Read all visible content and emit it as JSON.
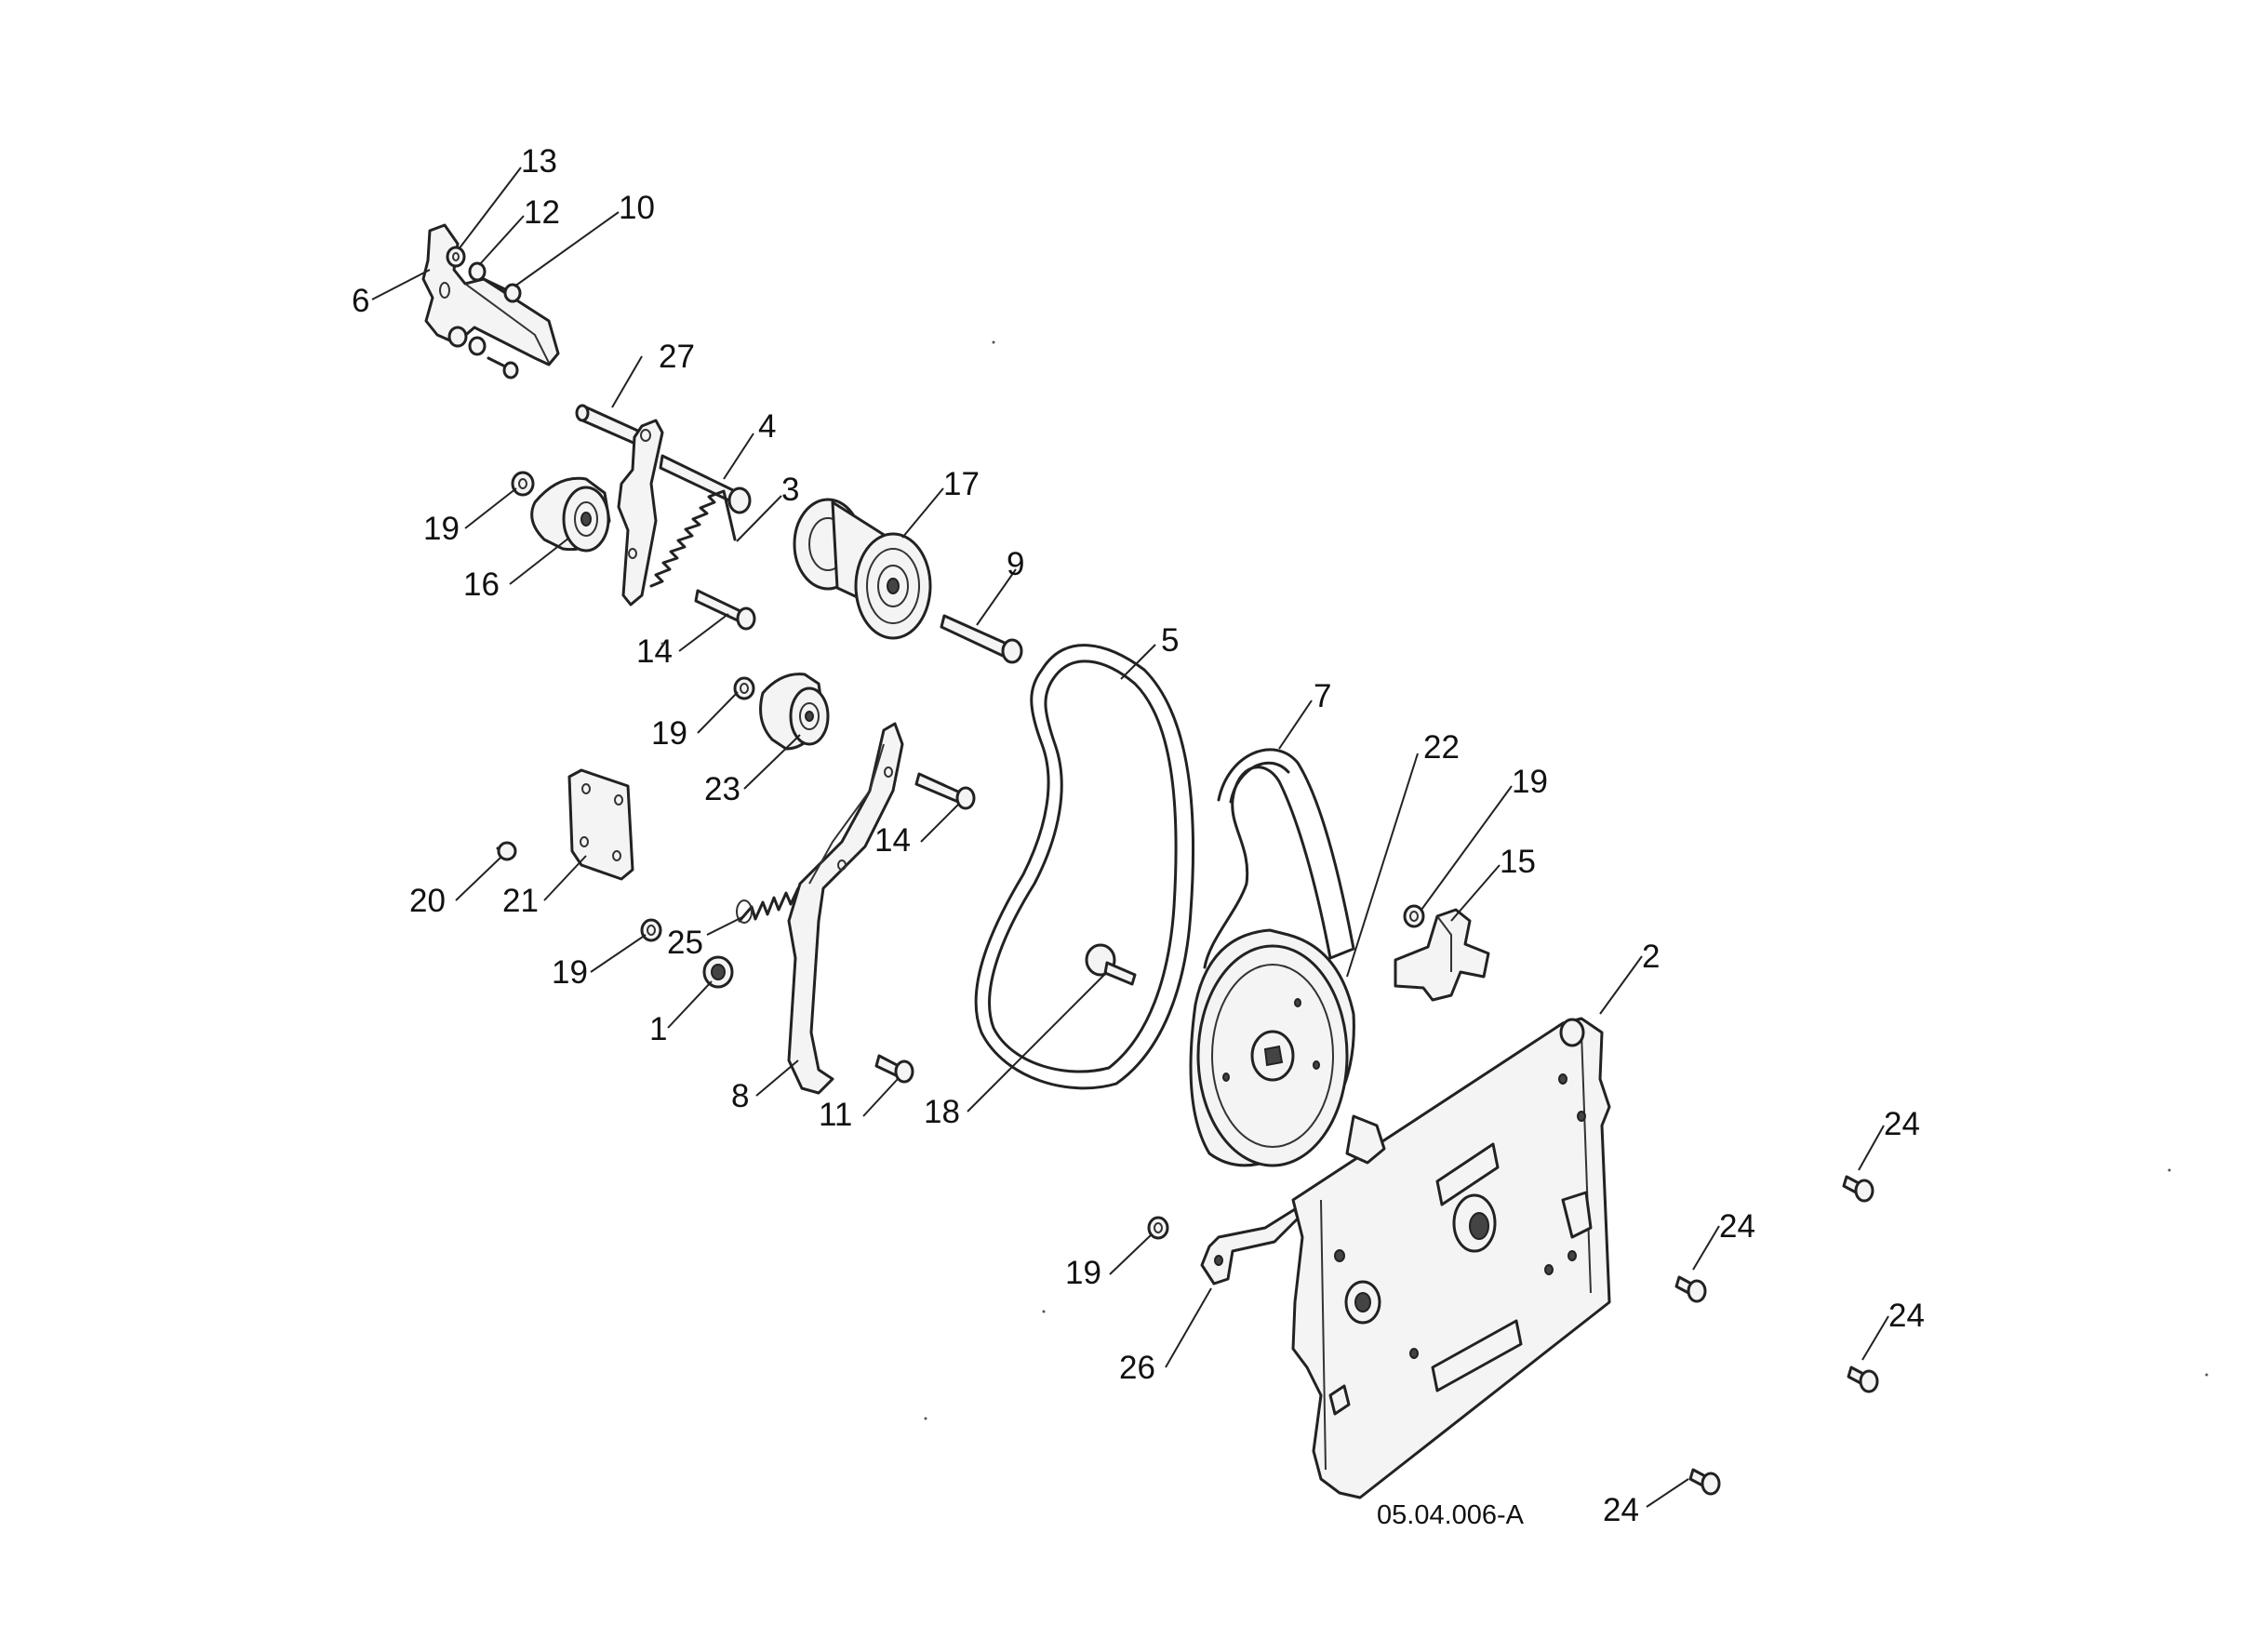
{
  "diagram": {
    "drawing_code": "05.04.006-A",
    "callouts": [
      {
        "id": "c13",
        "label": "13"
      },
      {
        "id": "c12",
        "label": "12"
      },
      {
        "id": "c10",
        "label": "10"
      },
      {
        "id": "c6",
        "label": "6"
      },
      {
        "id": "c27",
        "label": "27"
      },
      {
        "id": "c4",
        "label": "4"
      },
      {
        "id": "c3",
        "label": "3"
      },
      {
        "id": "c17",
        "label": "17"
      },
      {
        "id": "c19a",
        "label": "19"
      },
      {
        "id": "c16",
        "label": "16"
      },
      {
        "id": "c9",
        "label": "9"
      },
      {
        "id": "c14a",
        "label": "14"
      },
      {
        "id": "c5",
        "label": "5"
      },
      {
        "id": "c7",
        "label": "7"
      },
      {
        "id": "c22",
        "label": "22"
      },
      {
        "id": "c19b",
        "label": "19"
      },
      {
        "id": "c19c",
        "label": "19"
      },
      {
        "id": "c15",
        "label": "15"
      },
      {
        "id": "c23",
        "label": "23"
      },
      {
        "id": "c14b",
        "label": "14"
      },
      {
        "id": "c20",
        "label": "20"
      },
      {
        "id": "c21",
        "label": "21"
      },
      {
        "id": "c2",
        "label": "2"
      },
      {
        "id": "c25",
        "label": "25"
      },
      {
        "id": "c19d",
        "label": "19"
      },
      {
        "id": "c1",
        "label": "1"
      },
      {
        "id": "c8",
        "label": "8"
      },
      {
        "id": "c11",
        "label": "11"
      },
      {
        "id": "c18",
        "label": "18"
      },
      {
        "id": "c24a",
        "label": "24"
      },
      {
        "id": "c24b",
        "label": "24"
      },
      {
        "id": "c19e",
        "label": "19"
      },
      {
        "id": "c24c",
        "label": "24"
      },
      {
        "id": "c26",
        "label": "26"
      },
      {
        "id": "c24d",
        "label": "24"
      }
    ]
  }
}
